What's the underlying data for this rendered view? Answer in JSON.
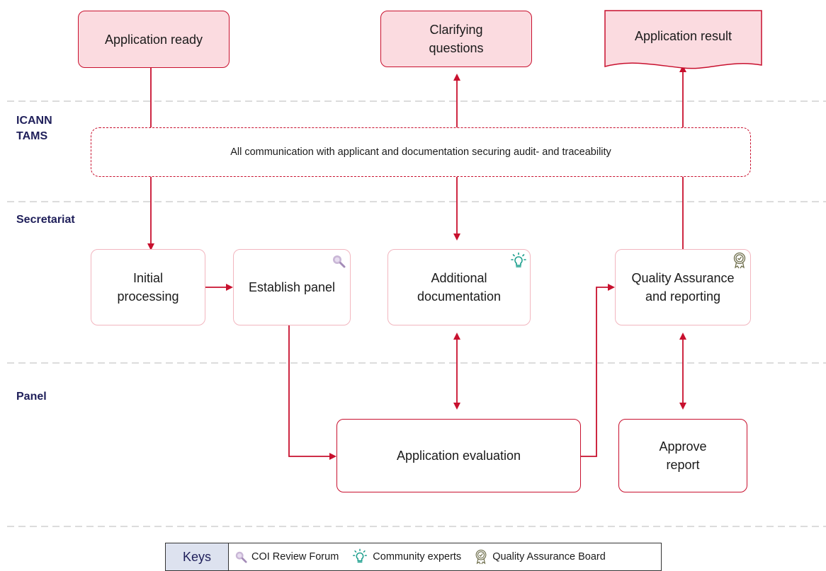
{
  "lanes": {
    "tams": "ICANN\nTAMS",
    "secretariat": "Secretariat",
    "panel": "Panel"
  },
  "nodes": {
    "application_ready": "Application ready",
    "clarifying_questions": "Clarifying\nquestions",
    "application_result": "Application result",
    "tams_bar": "All communication with applicant and documentation securing audit- and traceability",
    "initial_processing": "Initial\nprocessing",
    "establish_panel": "Establish panel",
    "additional_documentation": "Additional\ndocumentation",
    "quality_assurance": "Quality Assurance\nand reporting",
    "application_evaluation": "Application evaluation",
    "approve_report": "Approve\nreport"
  },
  "keys": {
    "title": "Keys",
    "items": [
      {
        "label": "COI Review Forum",
        "icon": "magnifier-icon"
      },
      {
        "label": "Community experts",
        "icon": "lightbulb-icon"
      },
      {
        "label": "Quality Assurance Board",
        "icon": "award-badge-icon"
      }
    ]
  },
  "colors": {
    "accent": "#c8102e",
    "start_fill": "#fbdbe0",
    "secretariat_border": "#f2b6bf",
    "lane_label": "#1f1f5a",
    "divider": "#d0d0d0"
  }
}
